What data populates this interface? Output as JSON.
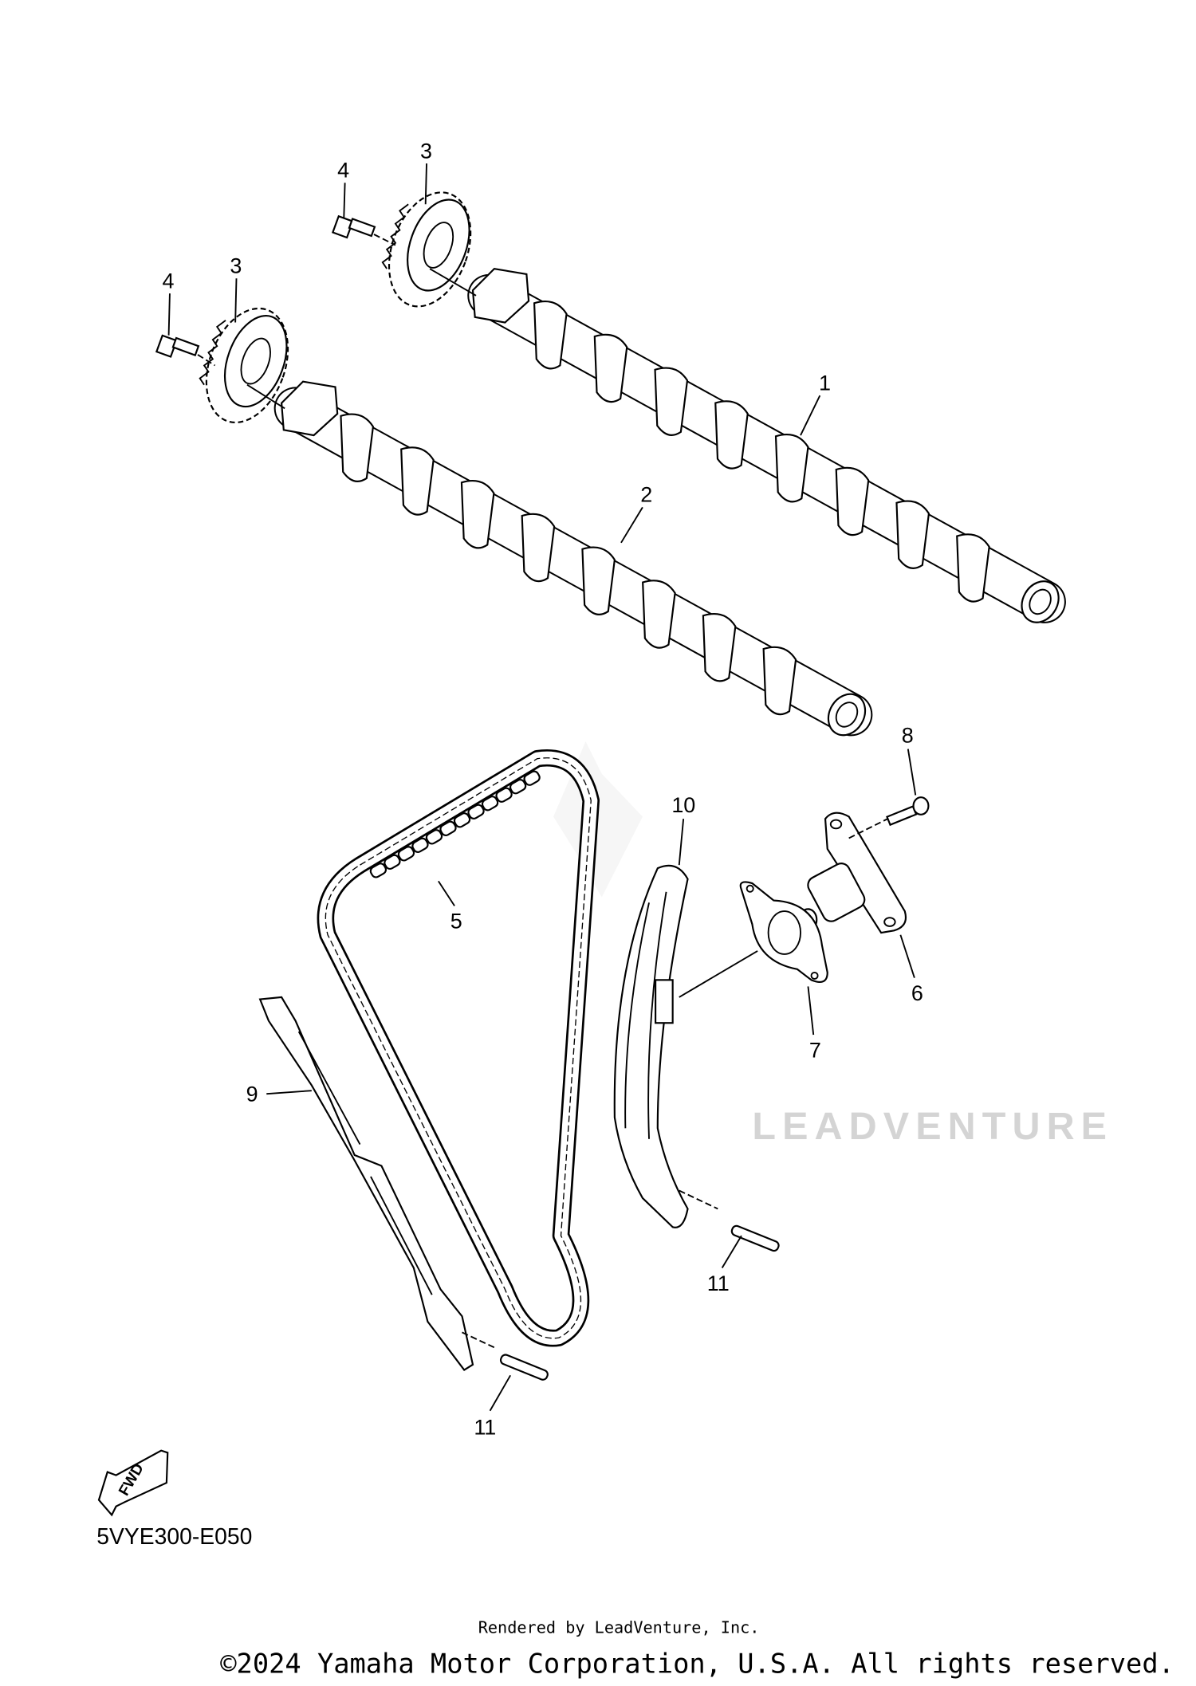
{
  "diagram": {
    "callouts": [
      {
        "id": "callout-1",
        "label": "1"
      },
      {
        "id": "callout-2",
        "label": "2"
      },
      {
        "id": "callout-3a",
        "label": "3"
      },
      {
        "id": "callout-3b",
        "label": "3"
      },
      {
        "id": "callout-4a",
        "label": "4"
      },
      {
        "id": "callout-4b",
        "label": "4"
      },
      {
        "id": "callout-5",
        "label": "5"
      },
      {
        "id": "callout-6",
        "label": "6"
      },
      {
        "id": "callout-7",
        "label": "7"
      },
      {
        "id": "callout-8",
        "label": "8"
      },
      {
        "id": "callout-9",
        "label": "9"
      },
      {
        "id": "callout-10",
        "label": "10"
      },
      {
        "id": "callout-11a",
        "label": "11"
      },
      {
        "id": "callout-11b",
        "label": "11"
      }
    ],
    "fwd_label": "FWD",
    "diagram_code": "5VYE300-E050",
    "watermark": "LEADVENTURE"
  },
  "footer": {
    "copyright": "©2024 Yamaha Motor Corporation, U.S.A. All rights reserved.",
    "rendered_by": "Rendered by LeadVenture, Inc."
  }
}
